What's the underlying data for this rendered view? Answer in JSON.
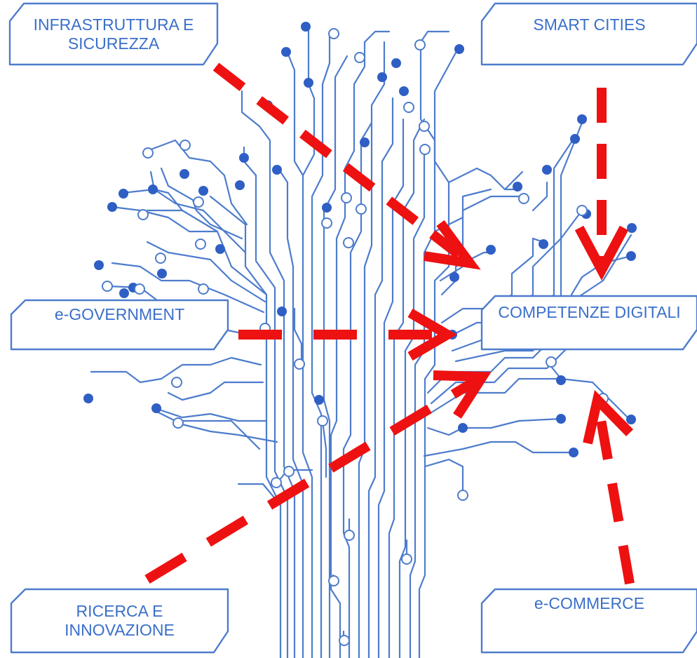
{
  "colors": {
    "trace": "#4d7ccc",
    "node_fill": "#2f5fc4",
    "node_hollow": "#ffffff",
    "box_border": "#4d7ccc",
    "box_text": "#3a6fc9",
    "arrow": "#ee1111"
  },
  "boxes": {
    "infrastructure": {
      "line1": "INFRASTRUTTURA E",
      "line2": "SICUREZZA"
    },
    "smart_cities": {
      "line1": "SMART CITIES"
    },
    "e_government": {
      "line1": "e-GOVERNMENT"
    },
    "competenze": {
      "line1": "COMPETENZE DIGITALI"
    },
    "ricerca": {
      "line1": "RICERCA E",
      "line2": "INNOVAZIONE"
    },
    "e_commerce": {
      "line1": "e-COMMERCE"
    }
  },
  "arrows": [
    {
      "from": "INFRASTRUTTURA E SICUREZZA",
      "to": "COMPETENZE DIGITALI"
    },
    {
      "from": "SMART CITIES",
      "to": "COMPETENZE DIGITALI"
    },
    {
      "from": "e-GOVERNMENT",
      "to": "COMPETENZE DIGITALI"
    },
    {
      "from": "RICERCA E INNOVAZIONE",
      "to": "COMPETENZE DIGITALI"
    },
    {
      "from": "e-COMMERCE",
      "to": "COMPETENZE DIGITALI"
    }
  ]
}
